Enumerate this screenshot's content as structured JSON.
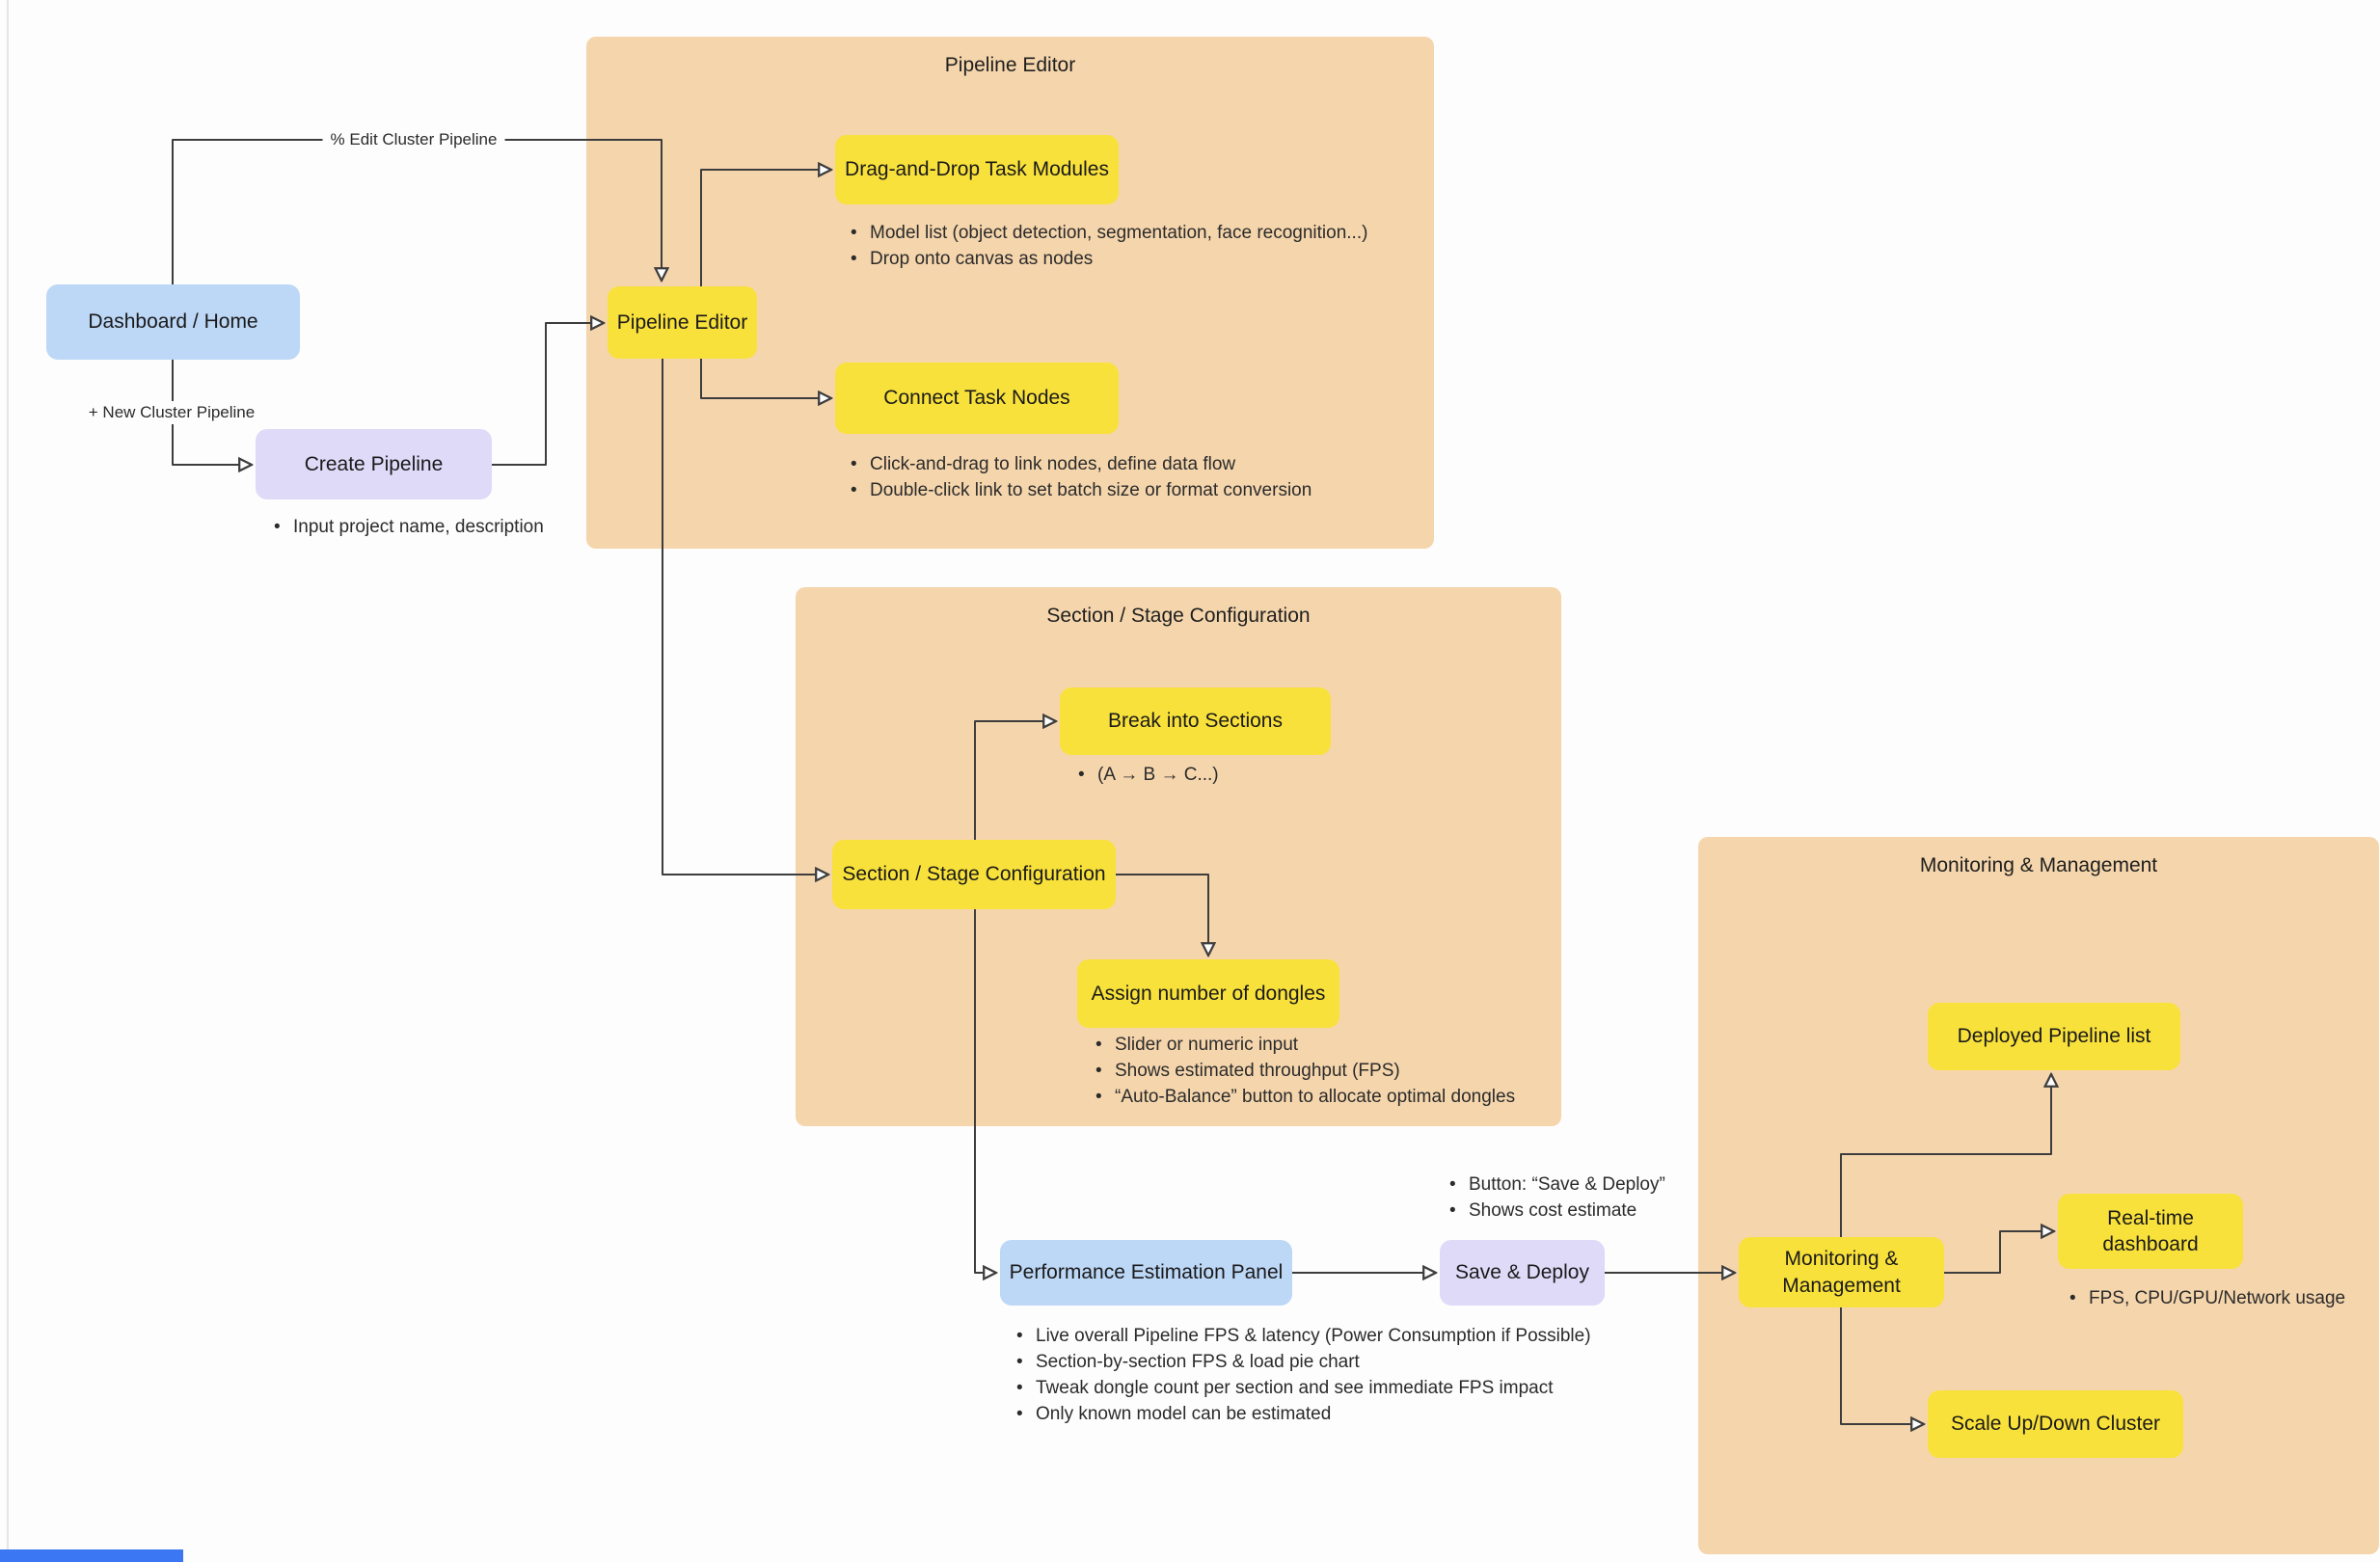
{
  "colors": {
    "canvas": "#FDFDFD",
    "container": "#F5D5AC",
    "task": "#F9E13B",
    "screen": "#BDD7F6",
    "action": "#DEDAF8",
    "line": "#3D3D3D",
    "text": "#212121",
    "scrollbar": "#3B77F2"
  },
  "containers": {
    "pipeline_editor": {
      "title": "Pipeline Editor"
    },
    "section_config": {
      "title": "Section / Stage Configuration"
    },
    "monitoring": {
      "title": "Monitoring & Management"
    }
  },
  "nodes": {
    "dashboard": {
      "label": "Dashboard / Home"
    },
    "create_pipeline": {
      "label": "Create Pipeline"
    },
    "pipeline_editor": {
      "label": "Pipeline Editor"
    },
    "drag_drop": {
      "label": "Drag-and-Drop Task Modules"
    },
    "connect_nodes": {
      "label": "Connect Task Nodes"
    },
    "break_sections": {
      "label": "Break into Sections"
    },
    "section_config": {
      "label": "Section / Stage Configuration"
    },
    "assign_dongles": {
      "label": "Assign number of dongles"
    },
    "perf_panel": {
      "label": "Performance Estimation Panel"
    },
    "save_deploy": {
      "label": "Save & Deploy"
    },
    "monitoring": {
      "label": "Monitoring & Management"
    },
    "deployed_list": {
      "label": "Deployed Pipeline list"
    },
    "realtime_dashboard": {
      "label": "Real-time dashboard"
    },
    "scale_cluster": {
      "label": "Scale Up/Down Cluster"
    }
  },
  "edge_labels": {
    "edit_cluster": "% Edit Cluster Pipeline",
    "new_cluster": "+ New Cluster Pipeline"
  },
  "notes": {
    "create_pipeline": [
      "Input project name, description"
    ],
    "drag_drop": [
      "Model list (object detection, segmentation, face recognition...)",
      "Drop onto canvas as nodes"
    ],
    "connect_nodes": [
      "Click-and-drag to link nodes, define data flow",
      "Double-click link to set batch size or format conversion"
    ],
    "break_sections": [
      "(A → B → C...)"
    ],
    "assign_dongles": [
      "Slider or numeric input",
      "Shows estimated throughput (FPS)",
      "“Auto-Balance” button to allocate optimal dongles"
    ],
    "save_deploy": [
      "Button: “Save & Deploy”",
      "Shows cost estimate"
    ],
    "perf_panel": [
      "Live overall Pipeline FPS & latency (Power Consumption if Possible)",
      "Section-by-section FPS & load pie chart",
      "Tweak dongle count per section and see immediate FPS impact",
      "Only known model can be estimated"
    ],
    "realtime_dashboard": [
      "FPS, CPU/GPU/Network usage"
    ]
  }
}
